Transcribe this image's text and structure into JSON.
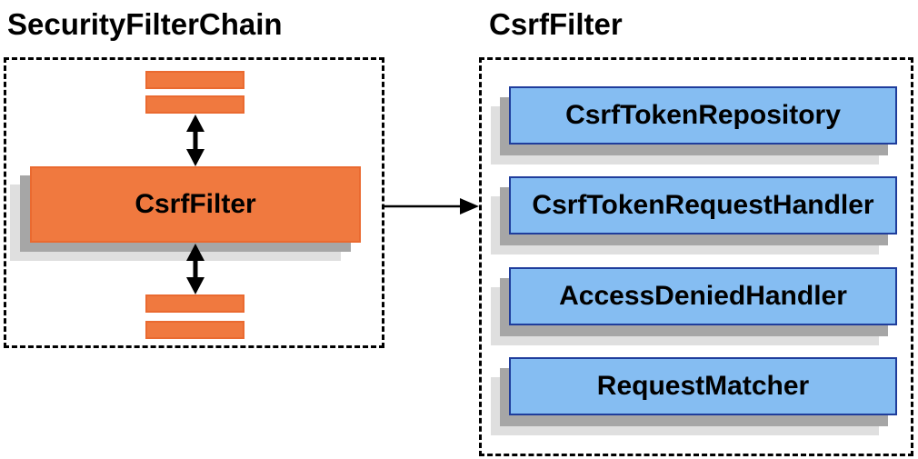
{
  "titles": {
    "left": "SecurityFilterChain",
    "right": "CsrfFilter"
  },
  "security_filter_chain": {
    "filter_label": "CsrfFilter",
    "other_filters": [
      "filter-bar",
      "filter-bar",
      "filter-bar",
      "filter-bar"
    ]
  },
  "csrf_filter_components": [
    "CsrfTokenRepository",
    "CsrfTokenRequestHandler",
    "AccessDeniedHandler",
    "RequestMatcher"
  ],
  "colors": {
    "orange": "#f0793f",
    "orange_border": "#ea6a30",
    "blue_fill": "#85bdf2",
    "blue_border": "#1f3d9c",
    "shadow": "#a6a6a6",
    "shadow_light": "#dfdfdf",
    "ink": "#000000",
    "bg": "#ffffff"
  }
}
